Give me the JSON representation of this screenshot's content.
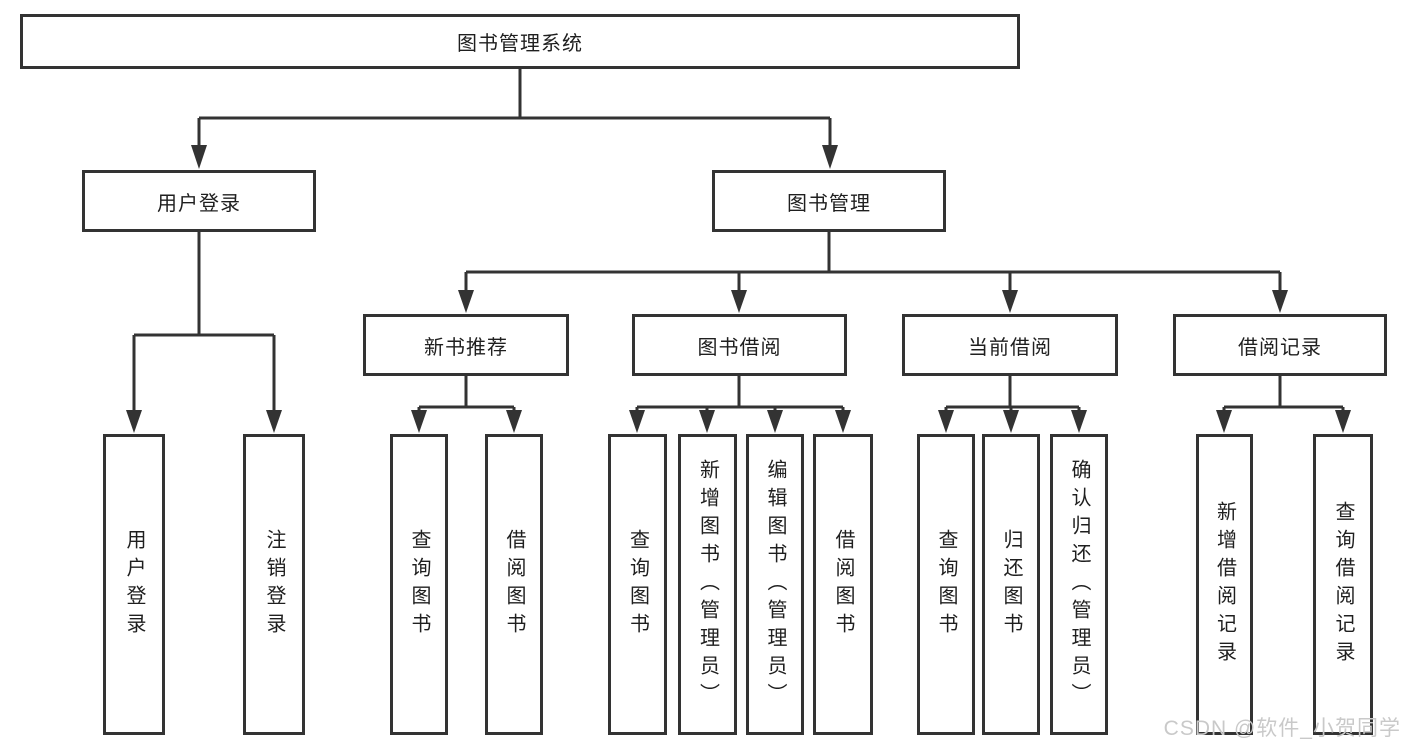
{
  "colors": {
    "line": "#333333",
    "text": "#1f1f1f",
    "watermark": "#c9c9c9",
    "bg": "#ffffff"
  },
  "watermark": {
    "text": "CSDN @软件_小贺同学"
  },
  "diagram": {
    "type": "tree",
    "root": {
      "label": "图书管理系统",
      "children": [
        {
          "label": "用户登录",
          "children": [
            {
              "label": "用户登录"
            },
            {
              "label": "注销登录"
            }
          ]
        },
        {
          "label": "图书管理",
          "children": [
            {
              "label": "新书推荐",
              "children": [
                {
                  "label": "查询图书"
                },
                {
                  "label": "借阅图书"
                }
              ]
            },
            {
              "label": "图书借阅",
              "children": [
                {
                  "label": "查询图书"
                },
                {
                  "label": "新增图书（管理员）"
                },
                {
                  "label": "编辑图书（管理员）"
                },
                {
                  "label": "借阅图书"
                }
              ]
            },
            {
              "label": "当前借阅",
              "children": [
                {
                  "label": "查询图书"
                },
                {
                  "label": "归还图书"
                },
                {
                  "label": "确认归还（管理员）"
                }
              ]
            },
            {
              "label": "借阅记录",
              "children": [
                {
                  "label": "新增借阅记录"
                },
                {
                  "label": "查询借阅记录"
                }
              ]
            }
          ]
        }
      ]
    }
  }
}
